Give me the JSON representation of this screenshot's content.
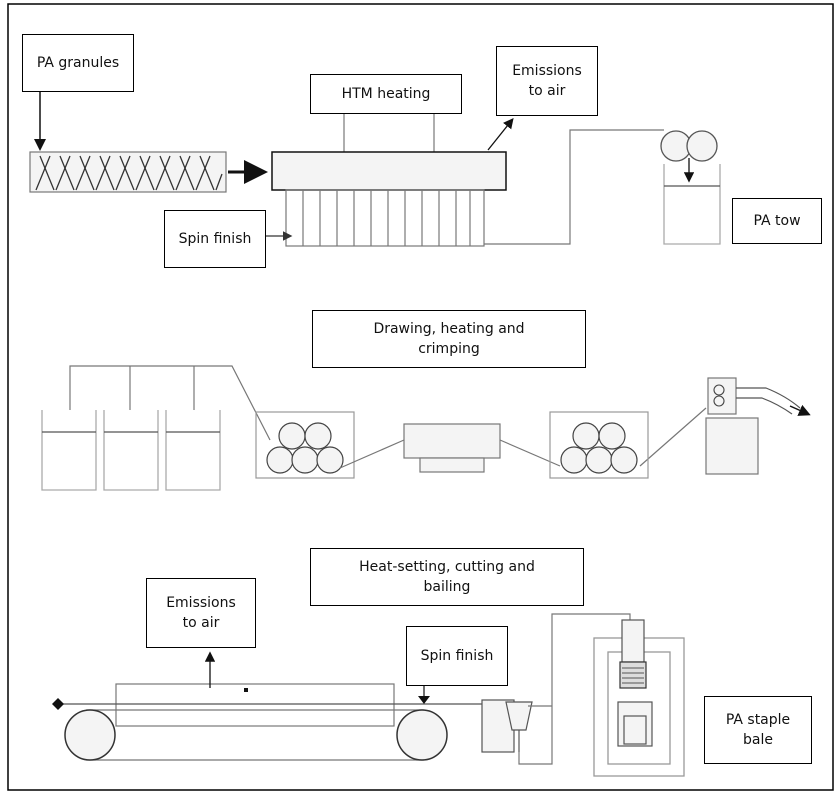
{
  "labels": {
    "pa_granules": "PA granules",
    "htm_heating": "HTM heating",
    "emissions_top": "Emissions\nto air",
    "spin_finish_top": "Spin finish",
    "pa_tow": "PA tow",
    "drawing": "Drawing, heating and\ncrimping",
    "heat_setting": "Heat-setting, cutting and\nbailing",
    "emissions_bottom": "Emissions\nto air",
    "spin_finish_bottom": "Spin finish",
    "pa_staple_bale": "PA staple\nbale"
  },
  "colors": {
    "stroke": "#808080",
    "box_stroke": "#000000",
    "arrow": "#111111",
    "fill_light": "#f2f2f2"
  }
}
